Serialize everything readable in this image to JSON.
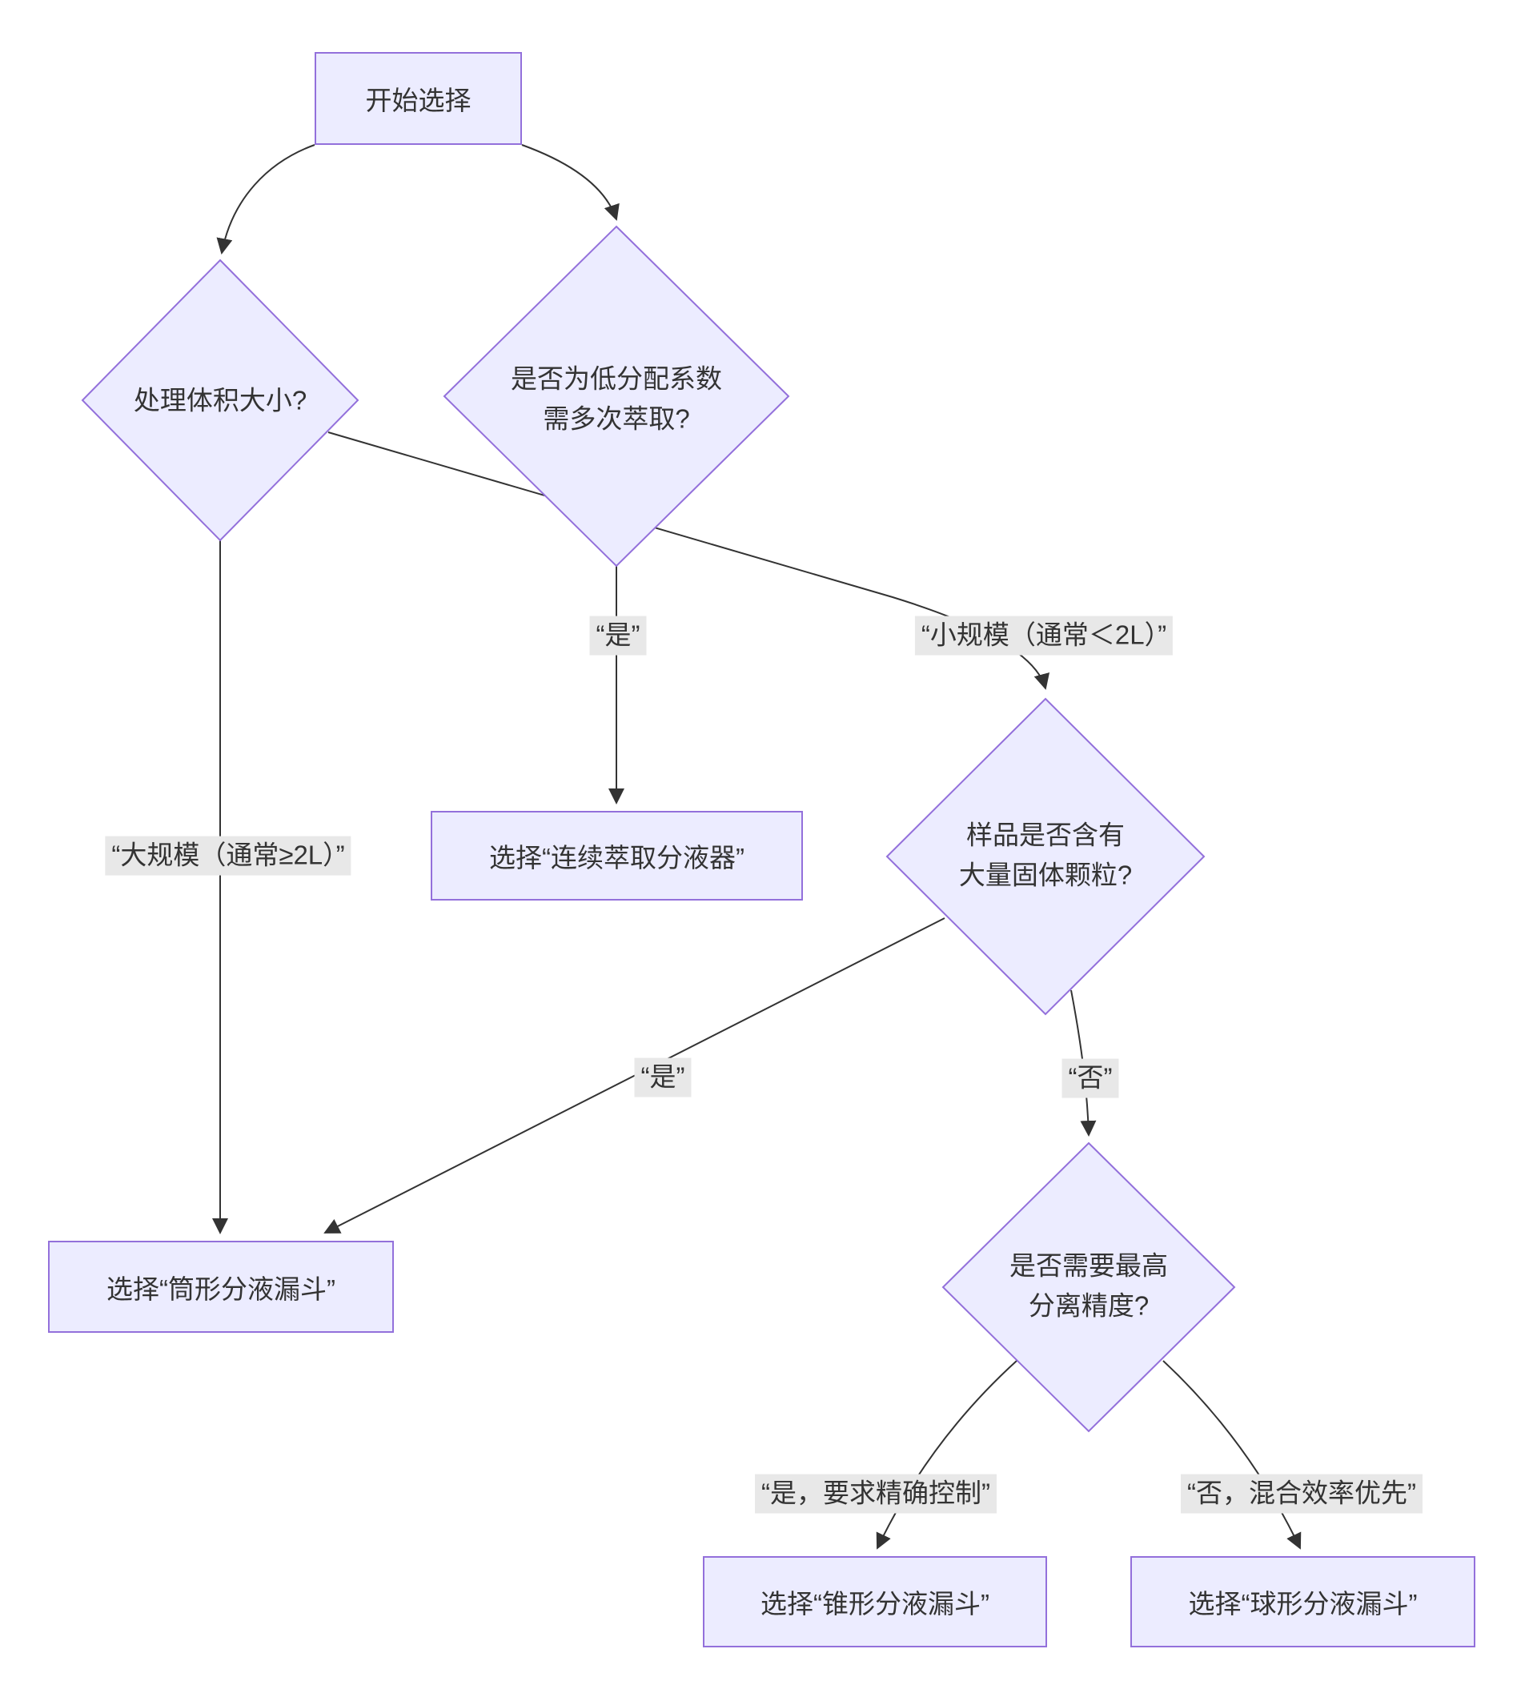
{
  "diagram": {
    "type": "flowchart",
    "direction": "top-down",
    "colors": {
      "node_fill": "#ECECFF",
      "node_border": "#9370DB",
      "edge_line": "#333333",
      "edge_label_background": "#e8e8e8",
      "text": "#333333",
      "page_background": "#ffffff"
    },
    "nodes": [
      {
        "id": "start",
        "shape": "rect",
        "label": "开始选择"
      },
      {
        "id": "volume",
        "shape": "diamond",
        "label": "处理体积大小?"
      },
      {
        "id": "multi",
        "shape": "diamond",
        "label": "是否为低分配系数\n需多次萃取?"
      },
      {
        "id": "solids",
        "shape": "diamond",
        "label": "样品是否含有\n大量固体颗粒?"
      },
      {
        "id": "precision",
        "shape": "diamond",
        "label": "是否需要最高\n分离精度?"
      },
      {
        "id": "continuous",
        "shape": "rect",
        "label": "选择“连续萃取分液器”"
      },
      {
        "id": "cylindrical",
        "shape": "rect",
        "label": "选择“筒形分液漏斗”"
      },
      {
        "id": "conical",
        "shape": "rect",
        "label": "选择“锥形分液漏斗”"
      },
      {
        "id": "spherical",
        "shape": "rect",
        "label": "选择“球形分液漏斗”"
      }
    ],
    "edges": [
      {
        "from": "start",
        "to": "volume",
        "label": ""
      },
      {
        "from": "start",
        "to": "multi",
        "label": ""
      },
      {
        "from": "multi",
        "to": "continuous",
        "label": "“是”"
      },
      {
        "from": "volume",
        "to": "solids",
        "label": "“小规模（通常＜2L）”"
      },
      {
        "from": "volume",
        "to": "cylindrical",
        "label": "“大规模（通常≥2L）”"
      },
      {
        "from": "solids",
        "to": "cylindrical",
        "label": "“是”"
      },
      {
        "from": "solids",
        "to": "precision",
        "label": "“否”"
      },
      {
        "from": "precision",
        "to": "conical",
        "label": "“是，要求精确控制”"
      },
      {
        "from": "precision",
        "to": "spherical",
        "label": "“否，混合效率优先”"
      }
    ]
  }
}
